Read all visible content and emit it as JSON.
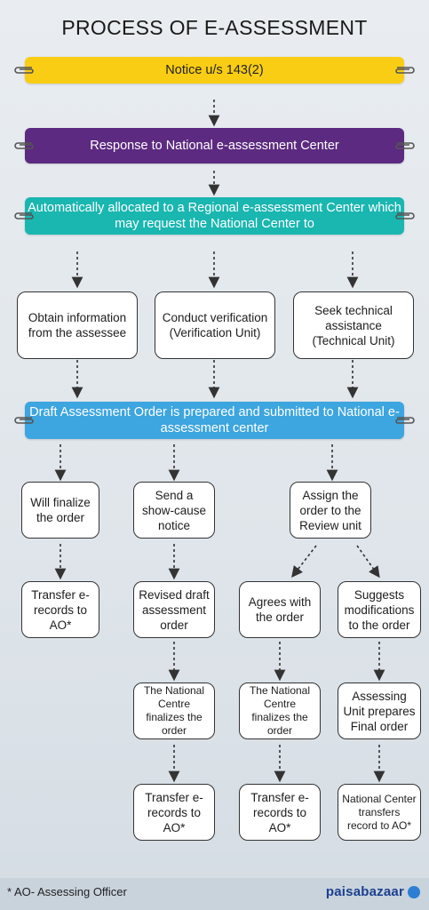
{
  "title": "PROCESS OF E-ASSESSMENT",
  "banners": {
    "notice": "Notice u/s 143(2)",
    "response": "Response to National e-assessment Center",
    "allocated": "Automatically allocated to a Regional e-assessment Center which may request the National Center to",
    "draft": "Draft Assessment Order is prepared and submitted to National e-assessment center"
  },
  "requests": [
    "Obtain information from the assessee",
    "Conduct verification (Verification Unit)",
    "Seek technical assistance (Technical Unit)"
  ],
  "col1": {
    "step1": "Will finalize the order",
    "step2": "Transfer e-records to AO*"
  },
  "col2": {
    "step1": "Send a show-cause notice",
    "step2": "Revised draft assessment order",
    "step3": "The National Centre finalizes the order",
    "step4": "Transfer e-records to AO*"
  },
  "col3": {
    "step1": "Assign the order to the Review unit",
    "agree1": "Agrees with the order",
    "agree2": "The National Centre finalizes the order",
    "agree3": "Transfer e-records to AO*",
    "suggest1": "Suggests modifications to the order",
    "suggest2": "Assessing Unit prepares Final order",
    "suggest3": "National Center transfers record to AO*"
  },
  "footnote": "* AO- Assessing Officer",
  "brand": "paisabazaar",
  "colors": {
    "notice": "#f9cd14",
    "response": "#5c2a80",
    "allocated": "#1ab6b0",
    "draft": "#3da5df"
  }
}
